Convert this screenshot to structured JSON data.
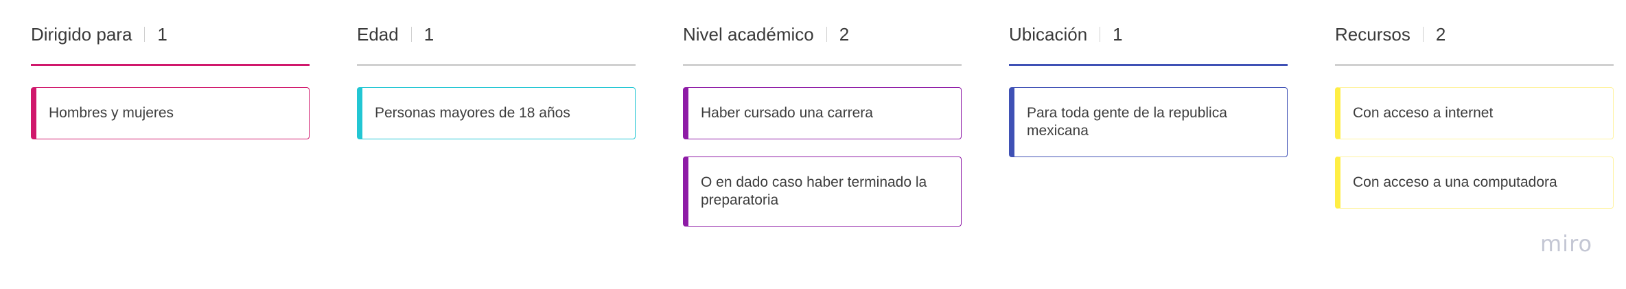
{
  "columns": [
    {
      "title": "Dirigido para",
      "count": "1",
      "rule_color": "#d0186c",
      "accent": "#d0186c",
      "cards": [
        "Hombres y mujeres"
      ]
    },
    {
      "title": "Edad",
      "count": "1",
      "rule_color": "#d0d0d0",
      "accent": "#22c6d3",
      "cards": [
        "Personas mayores de 18 años"
      ]
    },
    {
      "title": "Nivel académico",
      "count": "2",
      "rule_color": "#d0d0d0",
      "accent": "#8e1ba6",
      "cards": [
        "Haber cursado una carrera",
        "O en dado caso haber terminado la preparatoria"
      ]
    },
    {
      "title": "Ubicación",
      "count": "1",
      "rule_color": "#3f51b5",
      "accent": "#3f51b5",
      "cards": [
        "Para toda gente de la republica mexicana"
      ]
    },
    {
      "title": "Recursos",
      "count": "2",
      "rule_color": "#d0d0d0",
      "accent": "#ffee44",
      "cards": [
        "Con acceso a internet",
        "Con acceso a una computadora"
      ]
    }
  ],
  "watermark": "miro"
}
